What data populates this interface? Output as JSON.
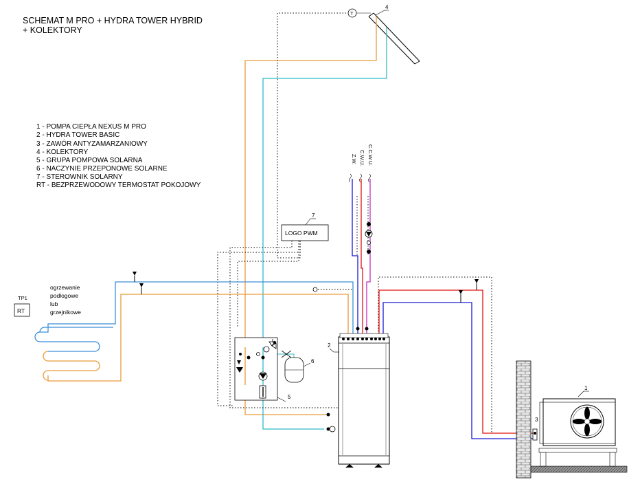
{
  "title": {
    "line1": "SCHEMAT M PRO + HYDRA TOWER HYBRID",
    "line2": "+ KOLEKTORY"
  },
  "legend": [
    "1 - POMPA CIEPŁA NEXUS M PRO",
    "2 - HYDRA TOWER BASIC",
    "3 - ZAWÓR ANTYZAMARZANIOWY",
    "4 - KOLEKTORY",
    "5 - GRUPA POMPOWA SOLARNA",
    "6 - NACZYNIE PRZEPONOWE SOLARNE",
    "7 - STEROWNIK SOLARNY",
    "RT - BEZPRZEWODOWY TERMOSTAT POKOJOWY"
  ],
  "heating_text": [
    "ogrzewanie",
    "podłogowe",
    "lub",
    "grzejnikowe"
  ],
  "thermostat": {
    "small_label": "TP1",
    "label": "RT"
  },
  "controller": {
    "label": "LOGO PWM",
    "number": "7"
  },
  "pipe_labels": {
    "zw": "Z.W.",
    "cwu": "C.W.U.",
    "ccwu": "C.C.W.U."
  },
  "component_numbers": {
    "heat_pump": "1",
    "hydra_tower": "2",
    "antifreeze_valve": "3",
    "collector": "4",
    "pump_group": "5",
    "expansion_vessel": "6"
  },
  "sensor_symbol": "T",
  "colors": {
    "supply_red": "#e01010",
    "return_blue": "#1a1ad0",
    "heating_blue": "#3a8ed8",
    "heating_orange": "#e89a3a",
    "solar_orange": "#e89a3a",
    "solar_cyan": "#30b8c8",
    "circulation_magenta": "#c030c0",
    "brick": "#d9d9d9",
    "line": "#000000"
  }
}
